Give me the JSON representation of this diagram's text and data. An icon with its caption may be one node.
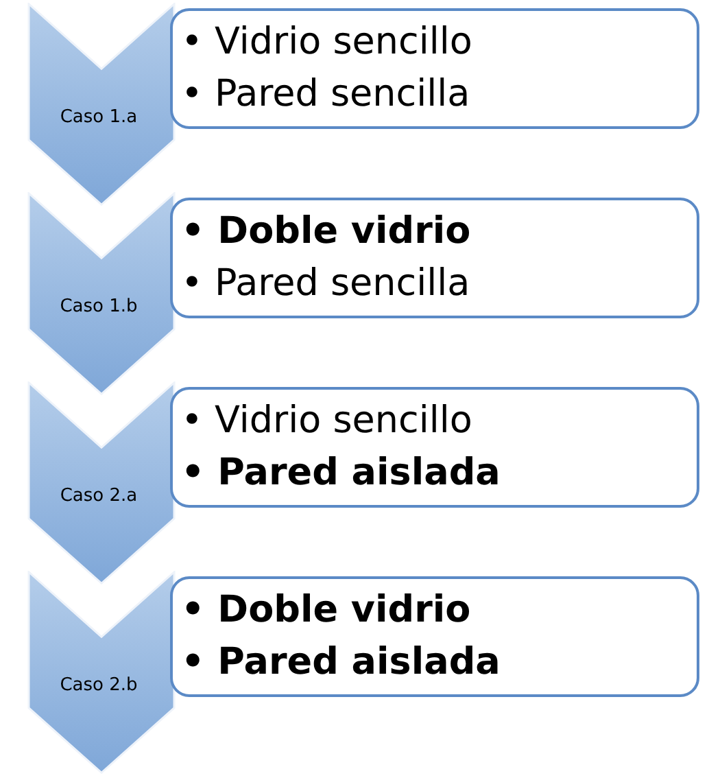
{
  "diagram": {
    "nodes": [
      {
        "text": [
          "Caso 1.a"
        ]
      },
      {
        "text": [
          "• Vidrio sencillo",
          "• Pared sencilla"
        ]
      },
      {
        "text": [
          "Caso 1.b"
        ]
      },
      {
        "text": [
          "• Doble vidrio",
          "• Pared sencilla"
        ]
      },
      {
        "text": [
          "Caso 2.a"
        ]
      },
      {
        "text": [
          "• Vidrio sencillo",
          "• Pared aislada"
        ]
      },
      {
        "text": [
          "Caso 2.b"
        ]
      },
      {
        "text": [
          "• Doble vidrio",
          "• Pared aislada"
        ]
      }
    ]
  }
}
